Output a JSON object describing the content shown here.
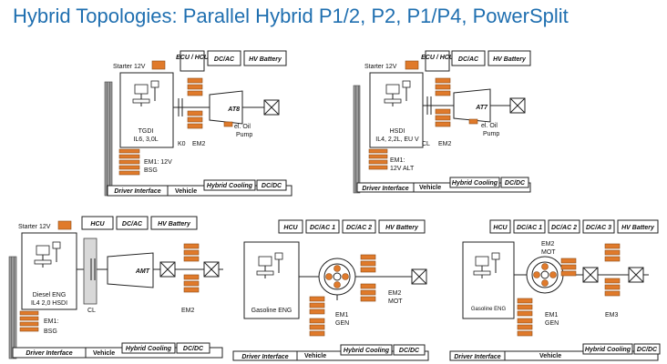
{
  "title": "Hybrid Topologies: Parallel Hybrid P1/2, P2, P1/P4, PowerSplit",
  "colors": {
    "title": "#1f6fb0",
    "component": "#e07a2b"
  },
  "d1": {
    "starter": "Starter 12V",
    "ecu": "ECU / HCU",
    "dcac": "DC/AC",
    "hvbat": "HV Battery",
    "eng_a": "TGDI",
    "eng_b": "IL6, 3,0L",
    "trans": "AT8",
    "pump_a": "el. Oil",
    "pump_b": "Pump",
    "k0": "K0",
    "em2": "EM2",
    "em1_a": "EM1: 12V",
    "em1_b": "BSG",
    "driver": "Driver Interface",
    "vehicle": "Vehicle",
    "cooling": "Hybrid Cooling",
    "dcdc": "DC/DC"
  },
  "d2": {
    "starter": "Starter 12V",
    "ecu": "ECU / HCU",
    "dcac": "DC/AC",
    "hvbat": "HV Battery",
    "eng_a": "HSDI",
    "eng_b": "IL4, 2,2L, EU V",
    "trans": "AT7",
    "pump_a": "el. Oil",
    "pump_b": "Pump",
    "cl": "CL",
    "em2": "EM2",
    "em1_a": "EM1:",
    "em1_b": "12V ALT",
    "driver": "Driver Interface",
    "vehicle": "Vehicle",
    "cooling": "Hybrid Cooling",
    "dcdc": "DC/DC"
  },
  "d3": {
    "starter": "Starter 12V",
    "hcu": "HCU",
    "dcac": "DC/AC",
    "hvbat": "HV Battery",
    "eng_a": "Diesel ENG",
    "eng_b": "IL4 2,0 HSDI",
    "trans": "AMT",
    "cl": "CL",
    "em2": "EM2",
    "em1_a": "EM1:",
    "em1_b": "BSG",
    "driver": "Driver Interface",
    "vehicle": "Vehicle",
    "cooling": "Hybrid Cooling",
    "dcdc": "DC/DC"
  },
  "d4": {
    "hcu": "HCU",
    "dcac1": "DC/AC 1",
    "dcac2": "DC/AC 2",
    "hvbat": "HV Battery",
    "eng": "Gasoline ENG",
    "em2_a": "EM2",
    "em2_b": "MOT",
    "em1_a": "EM1",
    "em1_b": "GEN",
    "driver": "Driver Interface",
    "vehicle": "Vehicle",
    "cooling": "Hybrid Cooling",
    "dcdc": "DC/DC"
  },
  "d5": {
    "hcu": "HCU",
    "dcac1": "DC/AC 1",
    "dcac2": "DC/AC 2",
    "dcac3": "DC/AC 3",
    "hvbat": "HV Battery",
    "eng": "Gasoline ENG",
    "em2_a": "EM2",
    "em2_b": "MOT",
    "em1_a": "EM1",
    "em1_b": "GEN",
    "em3": "EM3",
    "driver": "Driver Interface",
    "vehicle": "Vehicle",
    "cooling": "Hybrid Cooling",
    "dcdc": "DC/DC"
  }
}
